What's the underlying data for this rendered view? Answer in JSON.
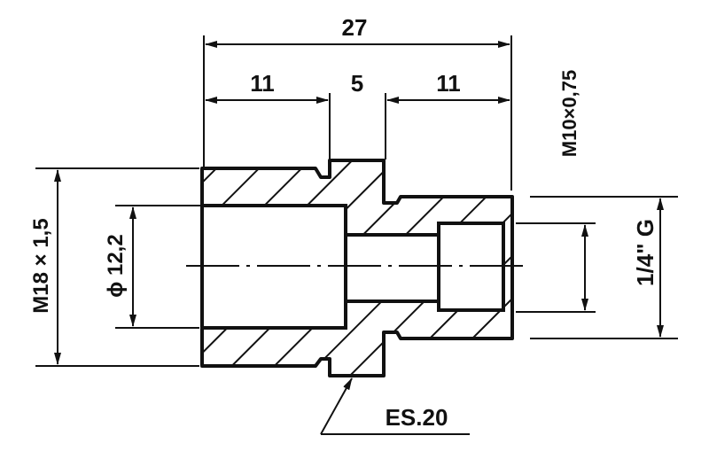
{
  "dimensions": {
    "overall_length": "27",
    "left_length": "11",
    "collar_length": "5",
    "right_length": "11",
    "left_thread": "M18 × 1,5",
    "bore_diameter": "ϕ 12,2",
    "right_thread": "M10×0,75",
    "pipe_thread": "1/4\" G"
  },
  "callout": {
    "label": "ES.20"
  }
}
